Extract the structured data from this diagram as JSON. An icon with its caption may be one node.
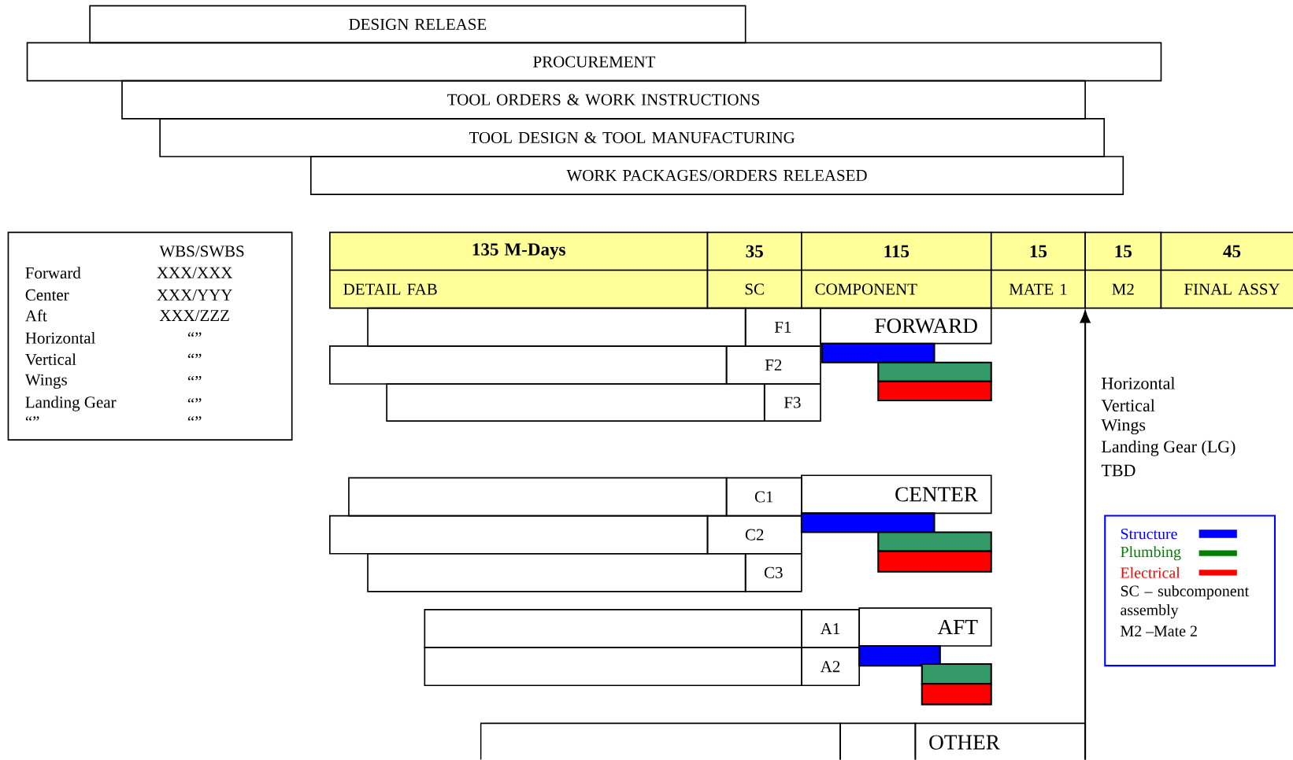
{
  "diagram": {
    "nodes": [
      {
        "text": [
          "DESIGN RELEASE"
        ]
      },
      {
        "text": [
          "PROCUREMENT"
        ]
      },
      {
        "text": [
          "TOOL ORDERS & WORK INSTRUCTIONS"
        ]
      },
      {
        "text": [
          "TOOL DESIGN & TOOL MANUFACTURING"
        ]
      },
      {
        "text": [
          "WORK PACKAGES/ORDERS RELEASED"
        ]
      },
      {
        "text": [
          "WBS/SWBS",
          "Forward",
          "XXX/XXX",
          "Center",
          "XXX/YYY",
          "Aft",
          "XXX/ZZZ",
          "Horizontal",
          "“”",
          "Vertical",
          "“”",
          "Wings",
          "“”",
          "Landing Gear",
          "“”",
          "“”",
          "“”"
        ]
      },
      {
        "text": [
          "135 M-Days"
        ]
      },
      {
        "text": [
          "35"
        ]
      },
      {
        "text": [
          "115"
        ]
      },
      {
        "text": [
          "15"
        ]
      },
      {
        "text": [
          "15"
        ]
      },
      {
        "text": [
          "45"
        ]
      },
      {
        "text": [
          "DETAIL FAB"
        ]
      },
      {
        "text": [
          "SC"
        ]
      },
      {
        "text": [
          "COMPONENT"
        ]
      },
      {
        "text": [
          "MATE 1"
        ]
      },
      {
        "text": [
          "M2"
        ]
      },
      {
        "text": [
          "FINAL ASSY"
        ]
      },
      {
        "text": [],
        "shape": "box"
      },
      {
        "text": [
          "F1"
        ]
      },
      {
        "text": [
          "FORWARD"
        ]
      },
      {
        "text": [],
        "shape": "box"
      },
      {
        "text": [
          "F2"
        ]
      },
      {
        "text": [],
        "shape": "box"
      },
      {
        "text": [
          "F3"
        ]
      },
      {
        "text": [],
        "shape": "bar"
      },
      {
        "text": [],
        "shape": "bar"
      },
      {
        "text": [],
        "shape": "bar"
      },
      {
        "text": [],
        "shape": "box"
      },
      {
        "text": [
          "C1"
        ]
      },
      {
        "text": [
          "CENTER"
        ]
      },
      {
        "text": [],
        "shape": "box"
      },
      {
        "text": [
          "C2"
        ]
      },
      {
        "text": [],
        "shape": "box"
      },
      {
        "text": [
          "C3"
        ]
      },
      {
        "text": [],
        "shape": "bar"
      },
      {
        "text": [],
        "shape": "bar"
      },
      {
        "text": [],
        "shape": "bar"
      },
      {
        "text": [],
        "shape": "box"
      },
      {
        "text": [
          "A1"
        ]
      },
      {
        "text": [
          "AFT"
        ]
      },
      {
        "text": [],
        "shape": "box"
      },
      {
        "text": [
          "A2"
        ]
      },
      {
        "text": [],
        "shape": "bar"
      },
      {
        "text": [],
        "shape": "bar"
      },
      {
        "text": [],
        "shape": "bar"
      },
      {
        "text": [],
        "shape": "box"
      },
      {
        "text": [],
        "shape": "box"
      },
      {
        "text": [
          "OTHER"
        ]
      }
    ],
    "edges": [
      {
        "from": 48,
        "to": 16,
        "arrow": "to"
      }
    ],
    "labels": [
      "Horizontal",
      "Vertical",
      "Wings",
      "Landing Gear (LG)",
      "TBD",
      "SC – subcomponent assembly",
      "M2 –Mate 2"
    ],
    "legend": [
      {
        "text": "Structure",
        "color": "#0000ff"
      },
      {
        "text": "Plumbing",
        "color": "#008000"
      },
      {
        "text": "Electrical",
        "color": "#ff0000"
      }
    ]
  }
}
